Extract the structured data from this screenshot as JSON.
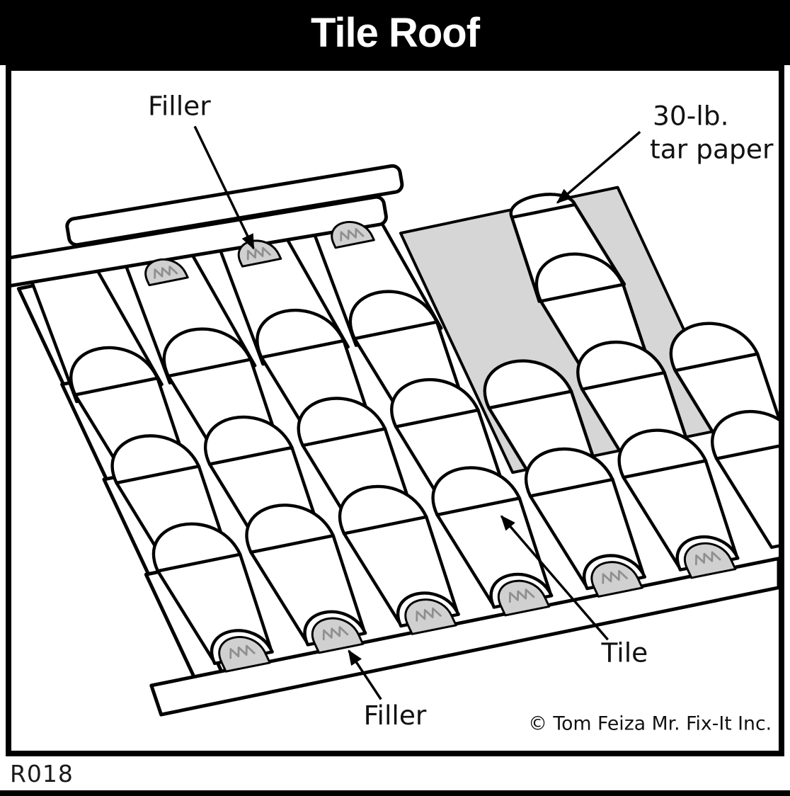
{
  "header": {
    "title": "Tile Roof"
  },
  "labels": {
    "filler_top": "Filler",
    "tar_paper_line1": "30-lb.",
    "tar_paper_line2": "tar paper",
    "tile": "Tile",
    "filler_bottom": "Filler",
    "copyright": "© Tom Feiza Mr. Fix-It Inc.",
    "code": "R018"
  },
  "colors": {
    "outline": "#000000",
    "tile_fill": "#ffffff",
    "tar_paper": "#d6d6d6",
    "filler": "#d0d0d0",
    "squiggle": "#8f8f8f",
    "header_bg": "#000000",
    "text": "#111111"
  }
}
